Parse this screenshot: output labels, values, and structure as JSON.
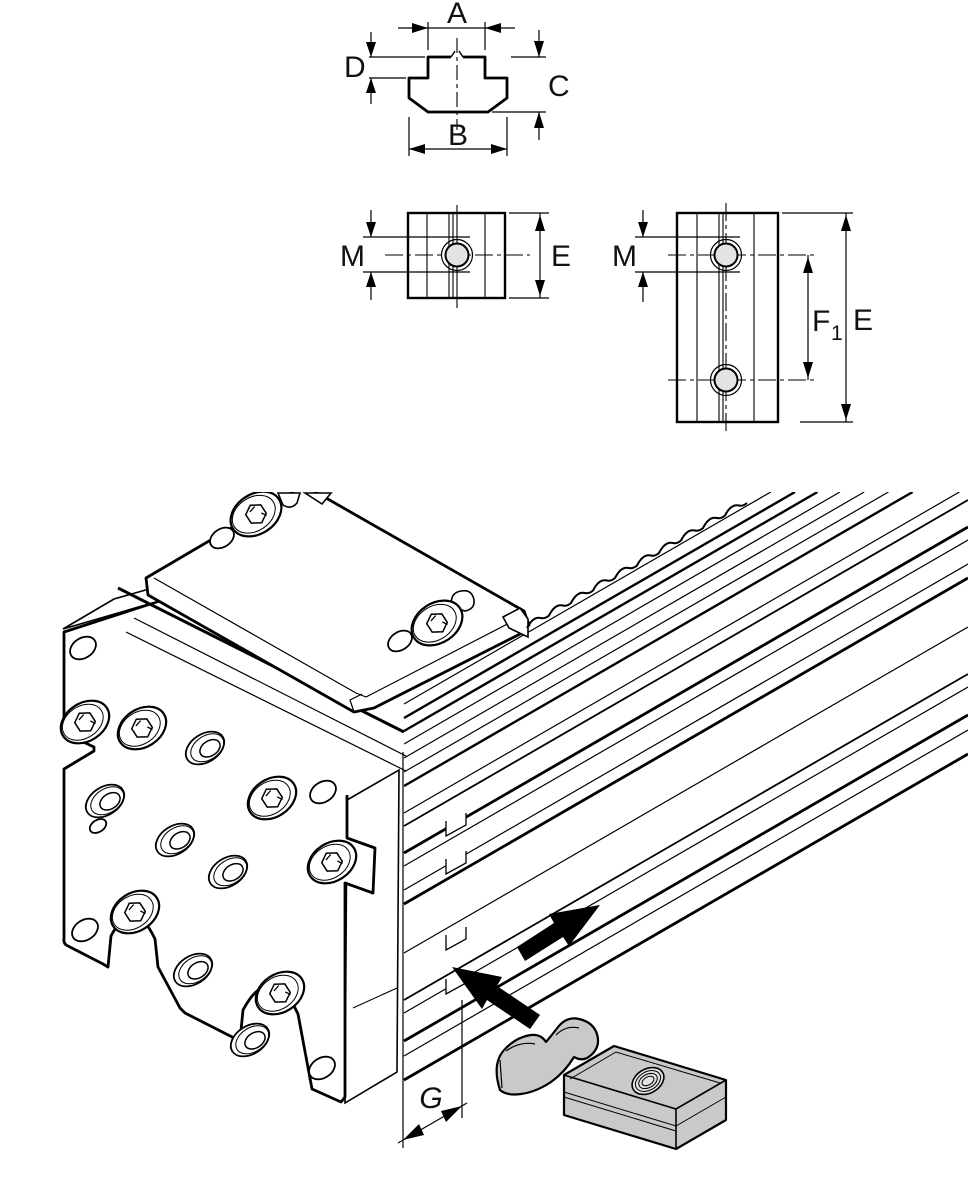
{
  "page": {
    "title": "T-slot nut and linear axis profile drawing",
    "background": "#ffffff"
  },
  "labels": {
    "profile_section": {
      "a": "A",
      "b": "B",
      "c": "C",
      "d": "D"
    },
    "nut_front_view": {
      "m": "M",
      "e": "E"
    },
    "nut_long_view": {
      "m": "M",
      "f": "F",
      "f_sub": "1",
      "e": "E"
    },
    "iso_view": {
      "g": "G"
    }
  },
  "colors": {
    "line": "#000000",
    "part_gray": "#c9c9c9",
    "hole_gray": "#e3e3e3",
    "background": "#ffffff"
  },
  "icons": {
    "arrow_slide": "solid arrow pointing up-right along slot",
    "arrow_insert": "solid arrow pointing up-left into slot"
  }
}
